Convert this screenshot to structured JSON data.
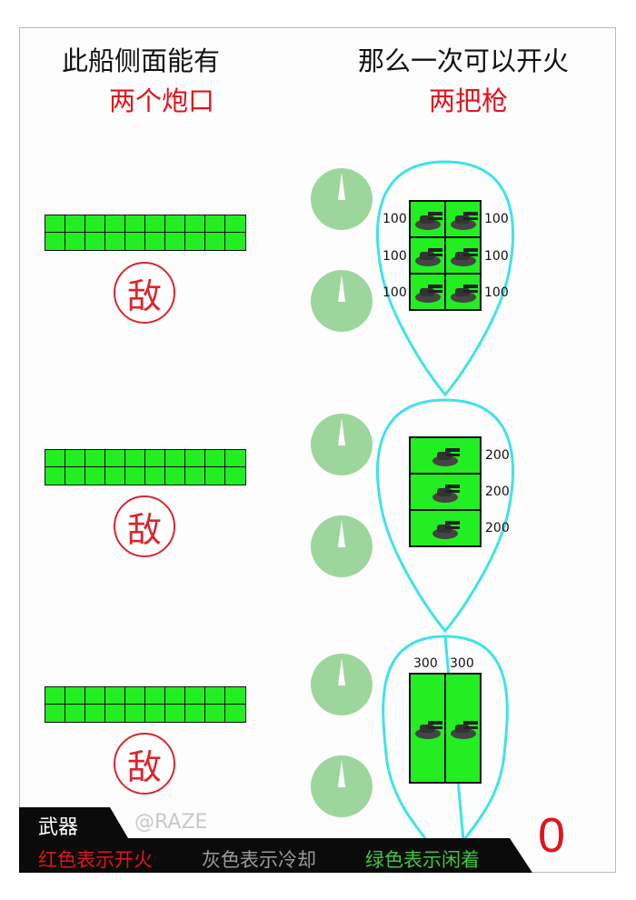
{
  "header": {
    "left_line1": "此船侧面能有",
    "left_line2": "两个炮口",
    "right_line1": "那么一次可以开火",
    "right_line2": "两把枪"
  },
  "enemy_label": "敌",
  "rows": [
    {
      "damage_labels": [
        "100",
        "100",
        "100",
        "100",
        "100",
        "100"
      ],
      "weapon_count": 6
    },
    {
      "damage_labels": [
        "200",
        "200",
        "200"
      ],
      "weapon_count": 3
    },
    {
      "damage_labels": [
        "300",
        "300"
      ],
      "weapon_count": 2
    }
  ],
  "footer": {
    "weapons_label": "武器",
    "legend_fire": "红色表示开火",
    "legend_cooldown": "灰色表示冷却",
    "legend_idle": "绿色表示闲着",
    "counter": "0",
    "watermark": "@RAZE"
  },
  "colors": {
    "hp_green": "#22ee22",
    "enemy_red": "#d9262e",
    "gauge_green": "#9dd69d",
    "shield_cyan": "#3fe3ea",
    "fire_red": "#e0141e",
    "cooldown_gray": "#9a9a9a",
    "idle_green": "#3ec83e"
  },
  "icons": [
    "turret-icon",
    "cooldown-gauge-icon",
    "shield-outline"
  ]
}
